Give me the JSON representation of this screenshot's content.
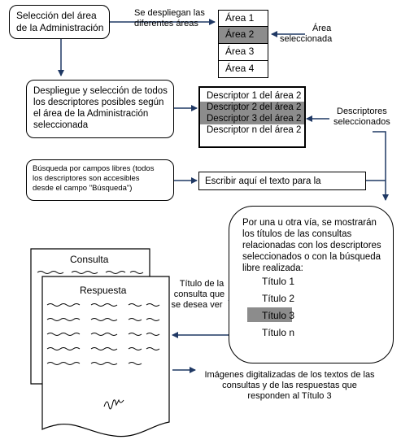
{
  "step1": {
    "label_line1": "Selección del área",
    "label_line2": "de la Administración"
  },
  "areas_note": {
    "line1": "Se despliegan las",
    "line2": "diferentes áreas"
  },
  "areas": [
    "Área 1",
    "Área 2",
    "Área 3",
    "Área 4"
  ],
  "area_selected_note": {
    "line1": "Área",
    "line2": "seleccionada"
  },
  "step2": {
    "line1": "Despliegue y selección de todos",
    "line2": "los descriptores posibles según",
    "line3": "el área de la Administración",
    "line4": "seleccionada"
  },
  "descriptors": [
    "Descriptor 1 del área 2",
    "Descriptor 2 del área 2",
    "Descriptor 3 del área 2",
    "Descriptor n del área 2"
  ],
  "descriptors_note": {
    "line1": "Descriptores",
    "line2": "seleccionados"
  },
  "search": {
    "line1": "Búsqueda por campos libres (todos",
    "line2": "los descriptores son accesibles",
    "line3": "desde el campo \"Búsqueda\")",
    "field_text": "Escribir aquí el texto para la"
  },
  "results": {
    "line1": "Por una u otra vía, se mostrarán",
    "line2": "los títulos de las consultas",
    "line3": "relacionadas con los descriptores",
    "line4": "seleccionados o con la búsqueda",
    "line5": "libre realizada:",
    "titles": [
      "Título 1",
      "Título 2",
      "Título 3",
      "Título n"
    ]
  },
  "doc": {
    "consulta": "Consulta",
    "respuesta": "Respuesta"
  },
  "title_note": {
    "line1": "Título de la",
    "line2": "consulta que",
    "line3": "se desea ver"
  },
  "images_note": {
    "line1": "Imágenes digitalizadas de los textos de las",
    "line2": "consultas y de las respuestas que",
    "line3": "responden al Título 3"
  }
}
